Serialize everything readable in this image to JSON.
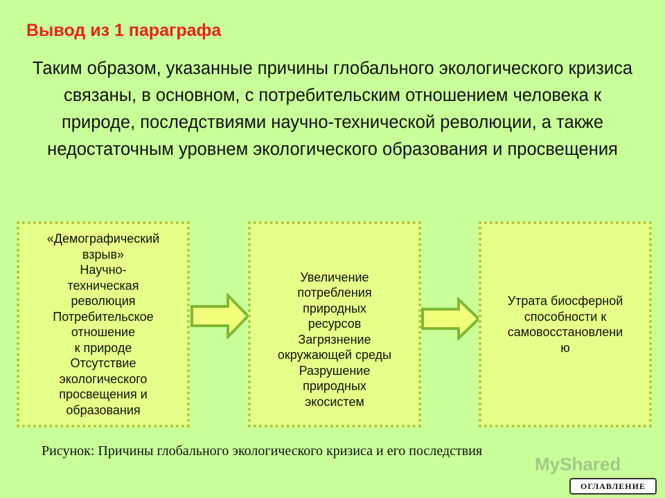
{
  "heading": "Вывод из 1 параграфа",
  "paragraph": "Таким образом, указанные причины глобального экологического кризиса связаны, в основном, с потребительским отношением человека к природе, последствиями научно-технической революции, а также недостаточным уровнем экологического образования и просвещения",
  "boxes": [
    {
      "lines": [
        "«Демографический",
        "взрыв»",
        "Научно-",
        "техническая",
        "революция",
        "Потребительское",
        "отношение",
        "к природе",
        "Отсутствие",
        "экологического",
        "просвещения и",
        "образования"
      ]
    },
    {
      "lines": [
        "Увеличение",
        "потребления",
        "природных",
        "ресурсов",
        "Загрязнение",
        "окружающей среды",
        "Разрушение",
        "природных",
        "экосистем"
      ]
    },
    {
      "lines": [
        "Утрата биосферной",
        "способности к",
        "самовосстановлени",
        "ю"
      ]
    }
  ],
  "caption": "Рисунок: Причины глобального экологического кризиса и его последствия",
  "watermark": "MyShared",
  "nav_button": "ОГЛАВЛЕНИЕ",
  "colors": {
    "background": "#c8ff99",
    "heading": "#e8221c",
    "box_fill": "#e6ff88",
    "box_border": "#a3c93a",
    "arrow_fill": "#f2ff7a",
    "arrow_stroke": "#7fb832"
  }
}
